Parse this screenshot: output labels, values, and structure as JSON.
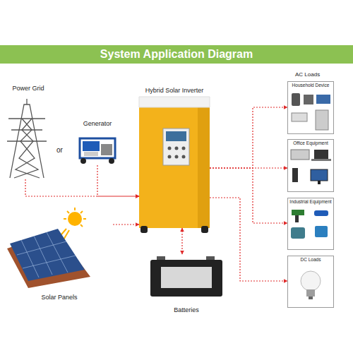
{
  "diagram": {
    "title": "System Application Diagram",
    "nodes": [
      {
        "text": [
          "Power Grid"
        ]
      },
      {
        "text": [
          "Generator"
        ]
      },
      {
        "text": [
          "Hybrid Solar Inverter"
        ]
      },
      {
        "text": [
          "Solar Panels"
        ]
      },
      {
        "text": [
          "Batteries"
        ]
      },
      {
        "text": [
          "Household Device"
        ]
      },
      {
        "text": [
          "Office Equipment"
        ]
      },
      {
        "text": [
          "Industrial Equipment"
        ]
      },
      {
        "text": [
          "DC Loads"
        ]
      }
    ],
    "edges": [
      {
        "from": 0,
        "to": 2,
        "arrow": "to"
      },
      {
        "from": 1,
        "to": 2,
        "arrow": "to"
      },
      {
        "from": 3,
        "to": 2,
        "arrow": "to"
      },
      {
        "from": 2,
        "to": 4,
        "arrow": "both"
      },
      {
        "from": 2,
        "to": 5,
        "arrow": "to"
      },
      {
        "from": 2,
        "to": 6,
        "arrow": "to"
      },
      {
        "from": 2,
        "to": 7,
        "arrow": "to"
      },
      {
        "from": 2,
        "to": 8,
        "arrow": "to"
      }
    ],
    "labels": [
      "or",
      "AC Loads"
    ]
  }
}
